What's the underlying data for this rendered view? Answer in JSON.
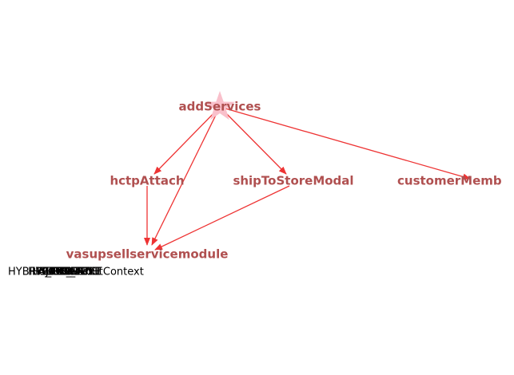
{
  "graph": {
    "nodes": [
      {
        "id": "addServices",
        "label": "addServices",
        "shape": "star"
      },
      {
        "id": "hctpAttach",
        "label": "hctpAttach"
      },
      {
        "id": "shipToStoreModal",
        "label": "shipToStoreModal"
      },
      {
        "id": "customerMember",
        "label": "customerMemb"
      },
      {
        "id": "vasupsellservicemodule",
        "label": "vasupsellservicemodule"
      }
    ],
    "edges": [
      {
        "from": "addServices",
        "to": "hctpAttach"
      },
      {
        "from": "addServices",
        "to": "vasupsellservicemodule"
      },
      {
        "from": "addServices",
        "to": "shipToStoreModal"
      },
      {
        "from": "addServices",
        "to": "customerMember"
      },
      {
        "from": "hctpAttach",
        "to": "vasupsellservicemodule"
      },
      {
        "from": "shipToStoreModal",
        "to": "vasupsellservicemodule"
      }
    ],
    "overlapping_labels": [
      "HYBRIS_CONTEXT",
      "HYBRIS_PATH",
      "HYBRIS_API",
      "RESPONSIVE",
      "AJAX",
      "CART",
      "USER",
      "CONFIG",
      "PRODUCT",
      "checkoutContext"
    ]
  },
  "colors": {
    "node_text": "#b05050",
    "edge": "#ee3333",
    "star_fill": "#f9c0cb",
    "small_text": "#000000"
  }
}
